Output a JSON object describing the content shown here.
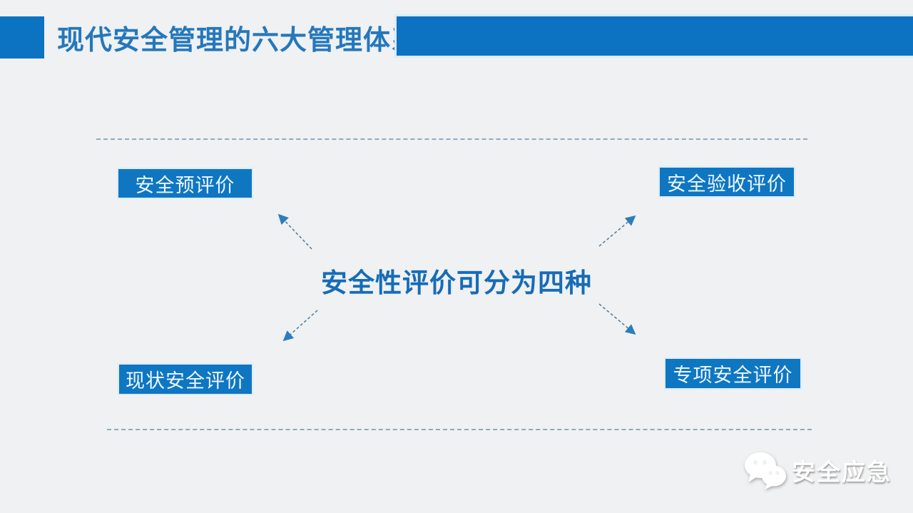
{
  "header": {
    "title": "现代安全管理的六大管理体系"
  },
  "center": {
    "statement": "安全性评价可分为四种"
  },
  "nodes": [
    {
      "label": "安全预评价",
      "position": "top-left"
    },
    {
      "label": "安全验收评价",
      "position": "top-right"
    },
    {
      "label": "现状安全评价",
      "position": "bottom-left"
    },
    {
      "label": "专项安全评价",
      "position": "bottom-right"
    }
  ],
  "watermark": {
    "label": "安全应急",
    "icon": "wechat-icon"
  },
  "colors": {
    "accent_blue": "#0c72c2",
    "node_blue": "#0f76c2",
    "header_text": "#2478bc",
    "center_text": "#166cb8",
    "arrow_head": "#2b7dbd",
    "arrow_line": "#54809f",
    "dash_line": "#8fabbe",
    "background": "#f0f1f2"
  }
}
